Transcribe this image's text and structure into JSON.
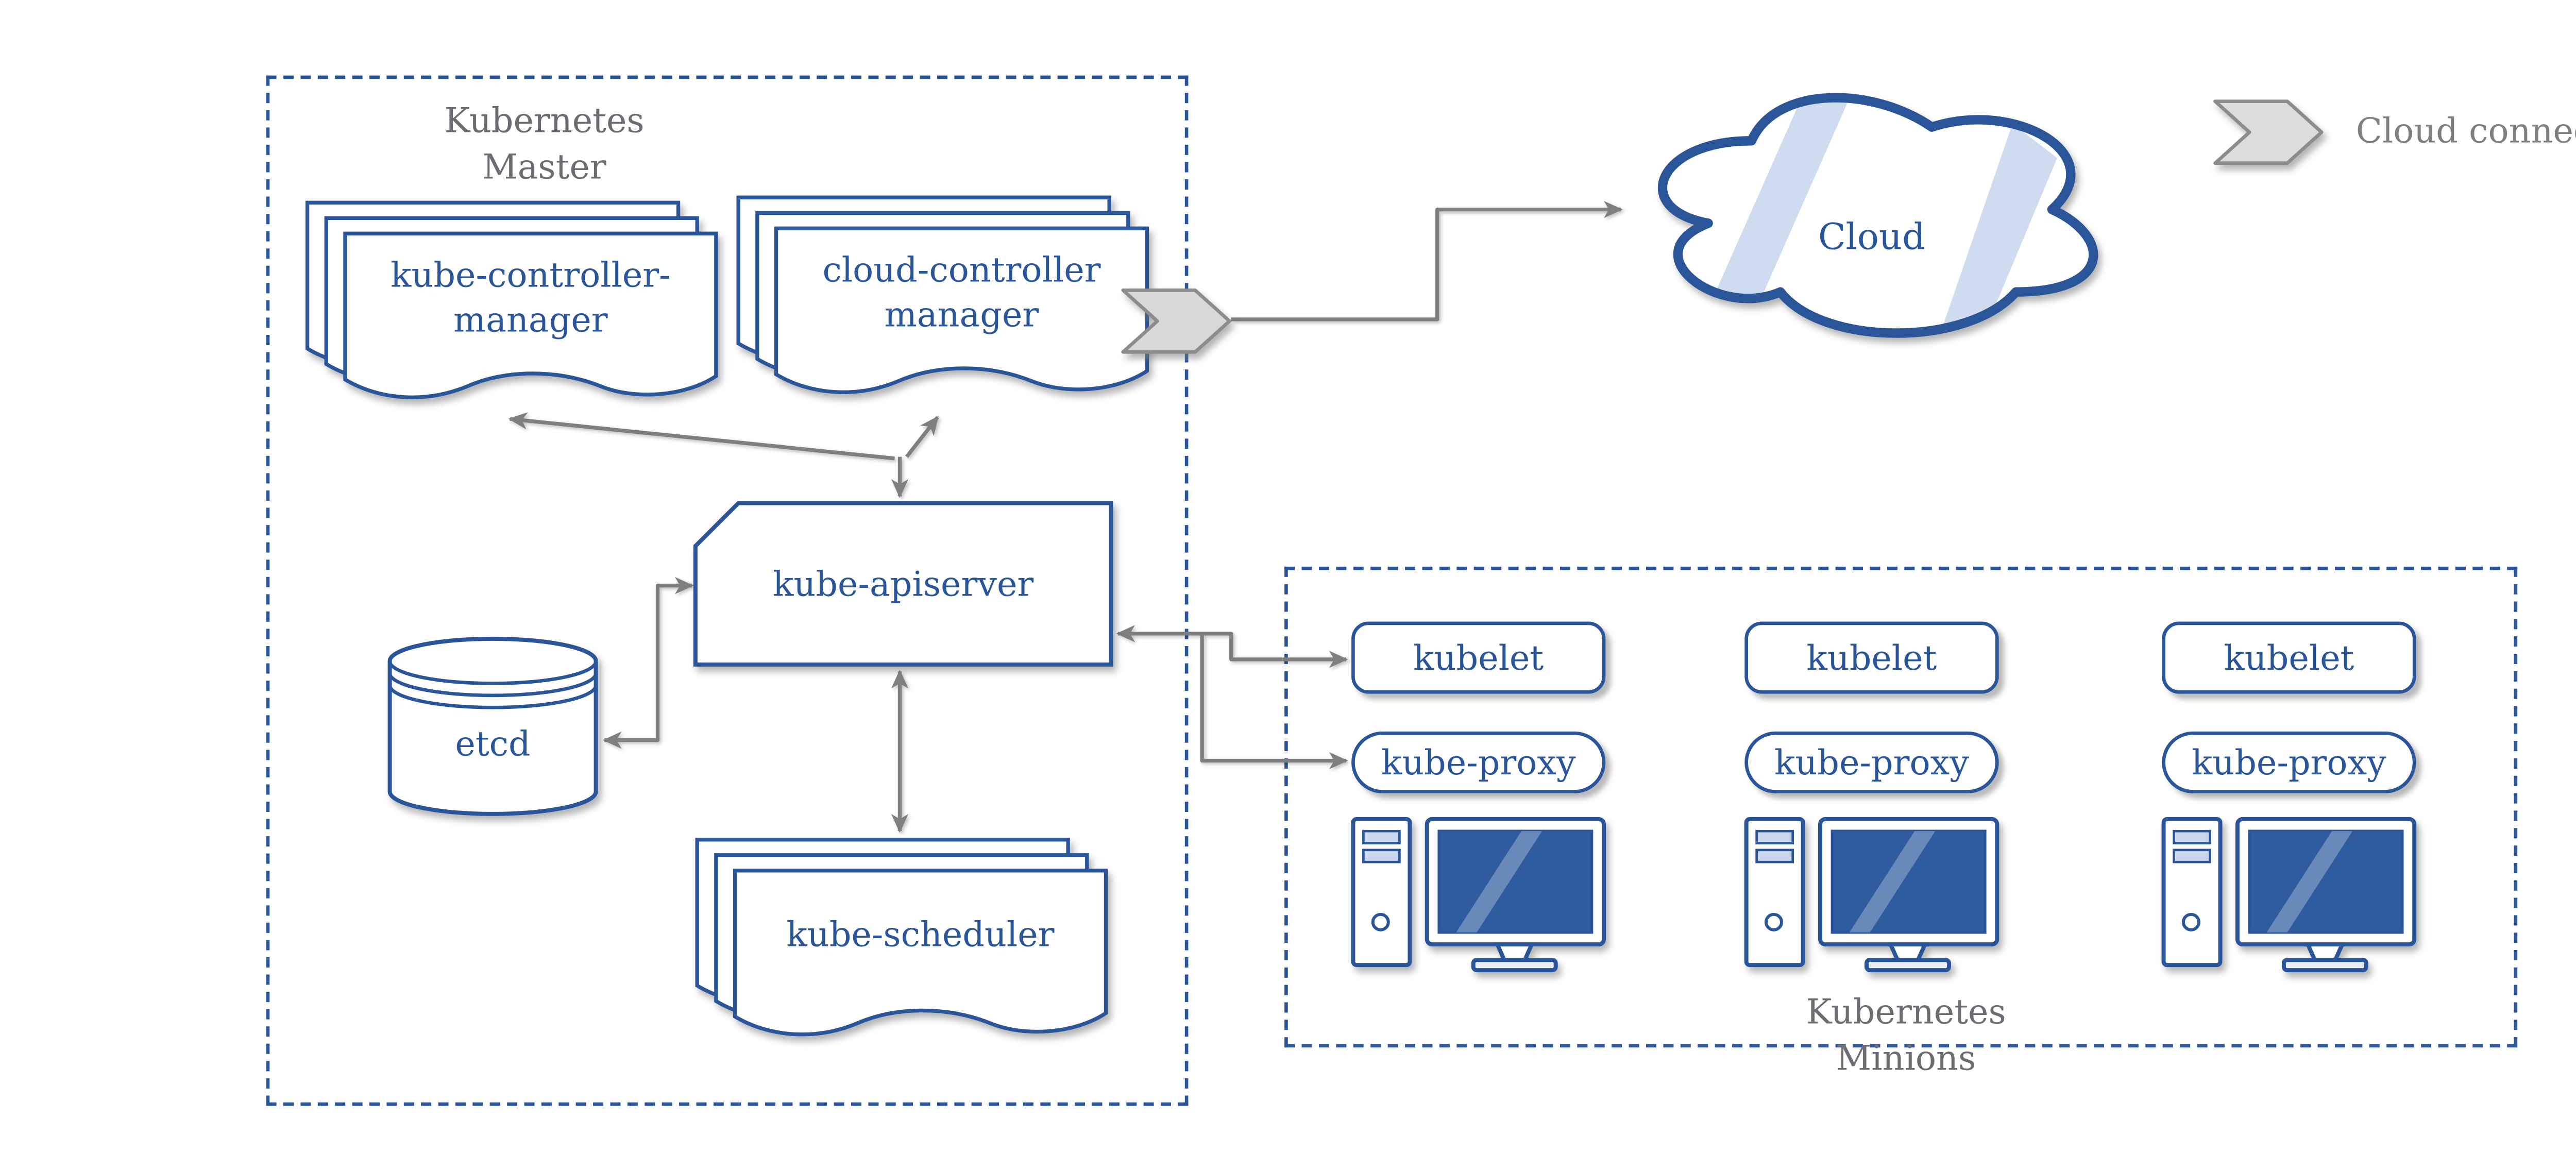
{
  "colors": {
    "primary_navy": "#2a5699",
    "arrow_gray": "#7f7f7f",
    "group_label_gray": "#6c6c72",
    "connector_fill": "#d8d8d8",
    "screen_blue": "#2e5c9e",
    "highlight_blue": "#cfdcef"
  },
  "master": {
    "label": "Kubernetes\nMaster",
    "kube_controller_manager": "kube-controller-\nmanager",
    "cloud_controller_manager": "cloud-controller\nmanager",
    "kube_apiserver": "kube-apiserver",
    "etcd": "etcd",
    "kube_scheduler": "kube-scheduler"
  },
  "cloud": {
    "label": "Cloud"
  },
  "legend": {
    "label": "Cloud connector"
  },
  "minions": {
    "label": "Kubernetes\nMinions",
    "nodes": [
      {
        "kubelet": "kubelet",
        "kube_proxy": "kube-proxy"
      },
      {
        "kubelet": "kubelet",
        "kube_proxy": "kube-proxy"
      },
      {
        "kubelet": "kubelet",
        "kube_proxy": "kube-proxy"
      }
    ]
  }
}
